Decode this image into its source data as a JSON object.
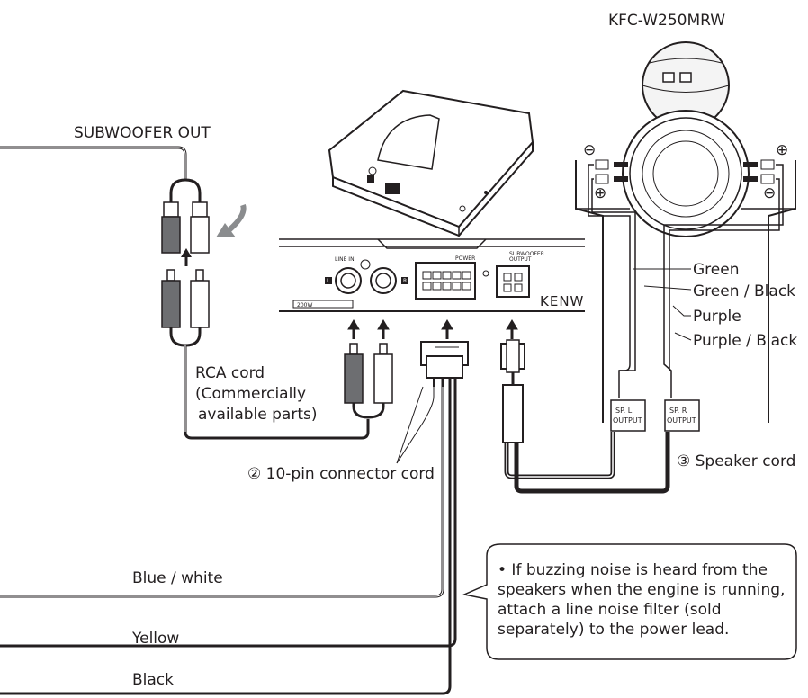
{
  "labels": {
    "model": "KFC-W250MRW",
    "subwoofer_out": "SUBWOOFER OUT",
    "rca_cord": [
      "RCA cord",
      "(Commercially",
      "available parts)"
    ],
    "connector_cord": "② 10-pin connector cord",
    "speaker_cord": "③ Speaker cord",
    "wire_green": "Green",
    "wire_green_black": "Green / Black",
    "wire_purple": "Purple",
    "wire_purple_black": "Purple / Black",
    "lead_blue_white": "Blue / white",
    "lead_yellow": "Yellow",
    "lead_black": "Black"
  },
  "unit_panel": {
    "line_in": "LINE IN",
    "l": "L",
    "r": "R",
    "power": "POWER",
    "subwoofer_output": [
      "SUBWOOFER",
      "OUTPUT"
    ],
    "brand": "KENW",
    "badge": "200W"
  },
  "speaker_terminals": {
    "sp_l": [
      "SP. L",
      "OUTPUT"
    ],
    "sp_r": [
      "SP. R",
      "OUTPUT"
    ],
    "minus": "⊖",
    "plus": "⊕"
  },
  "note": "• If buzzing noise is heard from the speakers when the engine is running, attach a line noise filter (sold separately) to the power lead."
}
